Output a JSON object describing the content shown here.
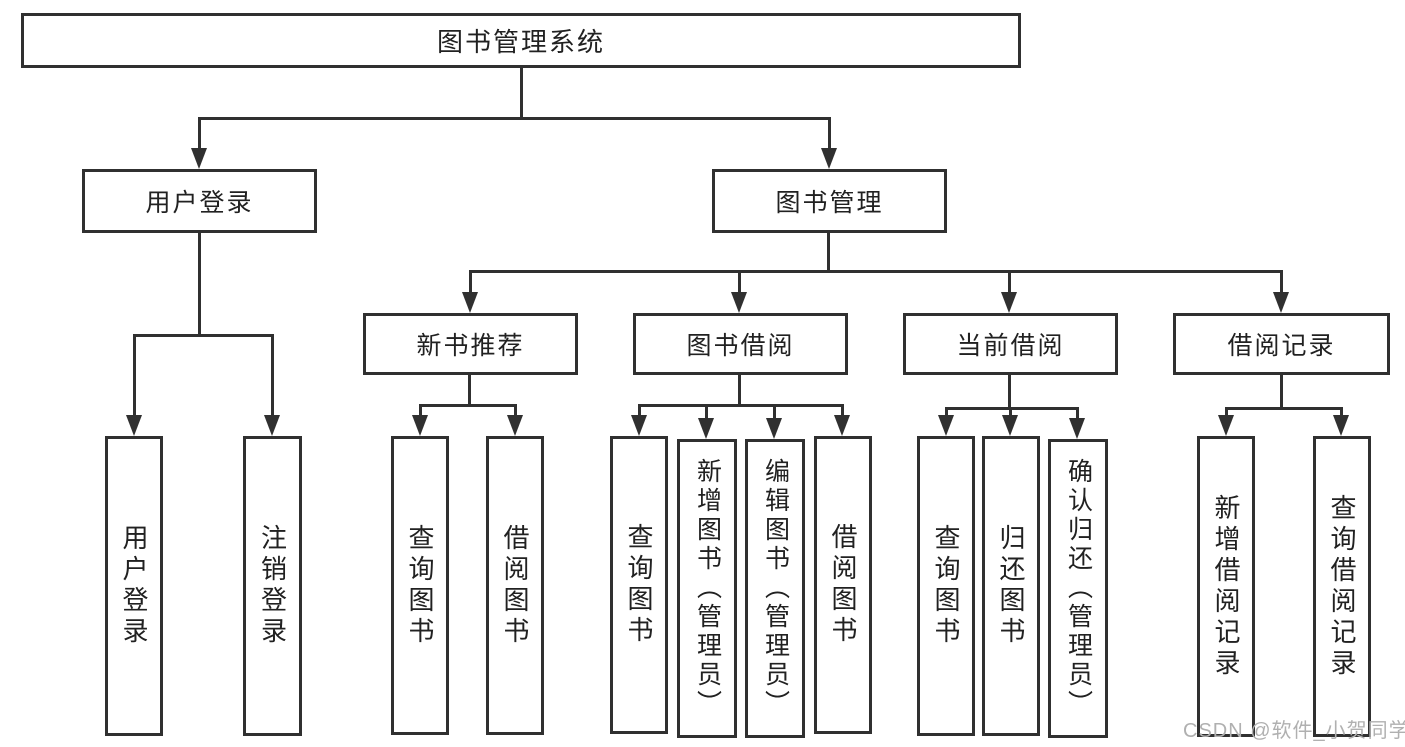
{
  "diagram_title": "图书管理系统",
  "tree": {
    "root": {
      "label": "图书管理系统"
    },
    "branches": [
      {
        "label": "用户登录",
        "children": [
          {
            "label": "用户登录"
          },
          {
            "label": "注销登录"
          }
        ]
      },
      {
        "label": "图书管理",
        "children": [
          {
            "label": "新书推荐",
            "children": [
              {
                "label": "查询图书"
              },
              {
                "label": "借阅图书"
              }
            ]
          },
          {
            "label": "图书借阅",
            "children": [
              {
                "label": "查询图书"
              },
              {
                "label": "新增图书（管理员）"
              },
              {
                "label": "编辑图书（管理员）"
              },
              {
                "label": "借阅图书"
              }
            ]
          },
          {
            "label": "当前借阅",
            "children": [
              {
                "label": "查询图书"
              },
              {
                "label": "归还图书"
              },
              {
                "label": "确认归还（管理员）"
              }
            ]
          },
          {
            "label": "借阅记录",
            "children": [
              {
                "label": "新增借阅记录"
              },
              {
                "label": "查询借阅记录"
              }
            ]
          }
        ]
      }
    ]
  },
  "watermark": "CSDN @软件_小贺同学",
  "colors": {
    "line": "#303030",
    "text": "#212121",
    "background": "#ffffff",
    "watermark": "#b0b0b0"
  }
}
